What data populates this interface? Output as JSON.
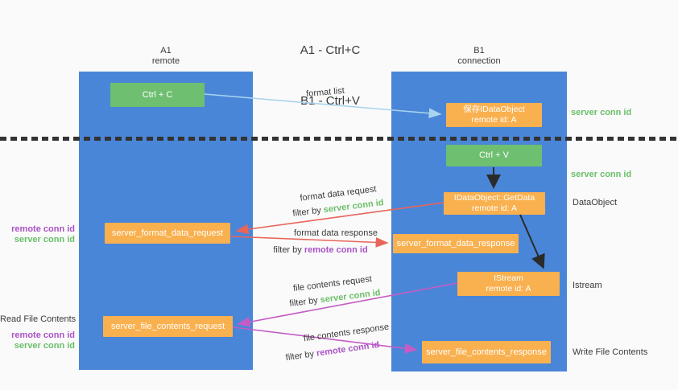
{
  "title": {
    "line1": "A1 - Ctrl+C",
    "line2": "B1 - Ctrl+V"
  },
  "lanes": {
    "left": {
      "id": "A1",
      "role": "remote"
    },
    "right": {
      "id": "B1",
      "role": "connection"
    }
  },
  "nodes": {
    "ctrl_c": {
      "label": "Ctrl + C"
    },
    "save_dataobject": {
      "line1": "保存IDataObject",
      "line2": "remote id: A"
    },
    "ctrl_v": {
      "label": "Ctrl + V"
    },
    "getdata": {
      "line1": "IDataObject::GetData",
      "line2": "remote id: A"
    },
    "format_request": {
      "label": "server_format_data_request"
    },
    "format_response": {
      "label": "server_format_data_response"
    },
    "istream": {
      "line1": "IStream",
      "line2": "remote id: A"
    },
    "file_request": {
      "label": "server_file_contents_request"
    },
    "file_response": {
      "label": "server_file_contents_response"
    }
  },
  "flow_labels": {
    "format_list": "format list",
    "format_data_request": "format data request",
    "format_data_response": "format data response",
    "file_contents_request": "file contents request",
    "file_contents_response": "file contents response",
    "filter_by": "filter by",
    "server_conn_id": "server conn id",
    "remote_conn_id": "remote conn id"
  },
  "side_labels": {
    "right_server_conn_id_1": "server conn id",
    "right_server_conn_id_2": "server conn id",
    "data_object": "DataObject",
    "istream": "Istream",
    "write_file_contents": "Write File Contents",
    "left_remote_conn_id_1": "remote conn id",
    "left_server_conn_id_1": "server conn id",
    "read_file_contents": "Read File Contents",
    "left_remote_conn_id_2": "remote conn id",
    "left_server_conn_id_2": "server conn id"
  },
  "colors": {
    "background": "#fafafa",
    "lane_blue": "#4a86d8",
    "node_green": "#6ebf70",
    "node_orange": "#f9b04e",
    "arrow_blue": "#a9d4ee",
    "arrow_red": "#e8655a",
    "arrow_magenta": "#c45cc4",
    "arrow_black": "#2b2b2b",
    "label_green": "#6abf69",
    "label_purple": "#a953c4",
    "dash_line": "#333333",
    "text_dark": "#3b3b3b"
  }
}
